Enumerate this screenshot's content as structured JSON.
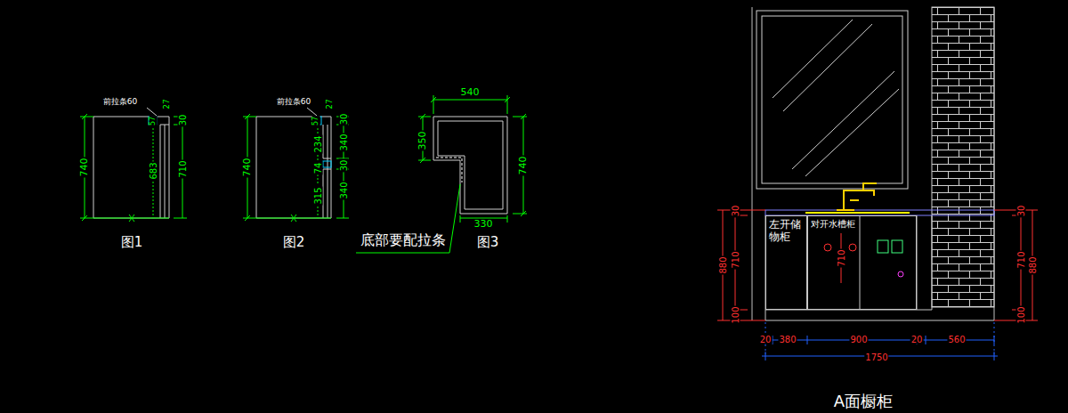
{
  "diagram": {
    "nodes": [
      {
        "text": [
          "左开储物柜"
        ]
      },
      {
        "text": [
          "对开水槽柜"
        ]
      }
    ],
    "labels": [
      "前拉条60",
      "27",
      "57",
      "30",
      "683",
      "710",
      "740",
      "图1",
      "前拉条60",
      "27",
      "57",
      "234",
      "74",
      "315",
      "30",
      "340",
      "30",
      "340",
      "740",
      "图2",
      "540",
      "350",
      "740",
      "330",
      "底部要配拉条",
      "图3",
      "30",
      "710",
      "100",
      "880",
      "30",
      "710",
      "100",
      "880",
      "710",
      "20",
      "380",
      "900",
      "20",
      "560",
      "1750",
      "A面橱柜"
    ]
  }
}
